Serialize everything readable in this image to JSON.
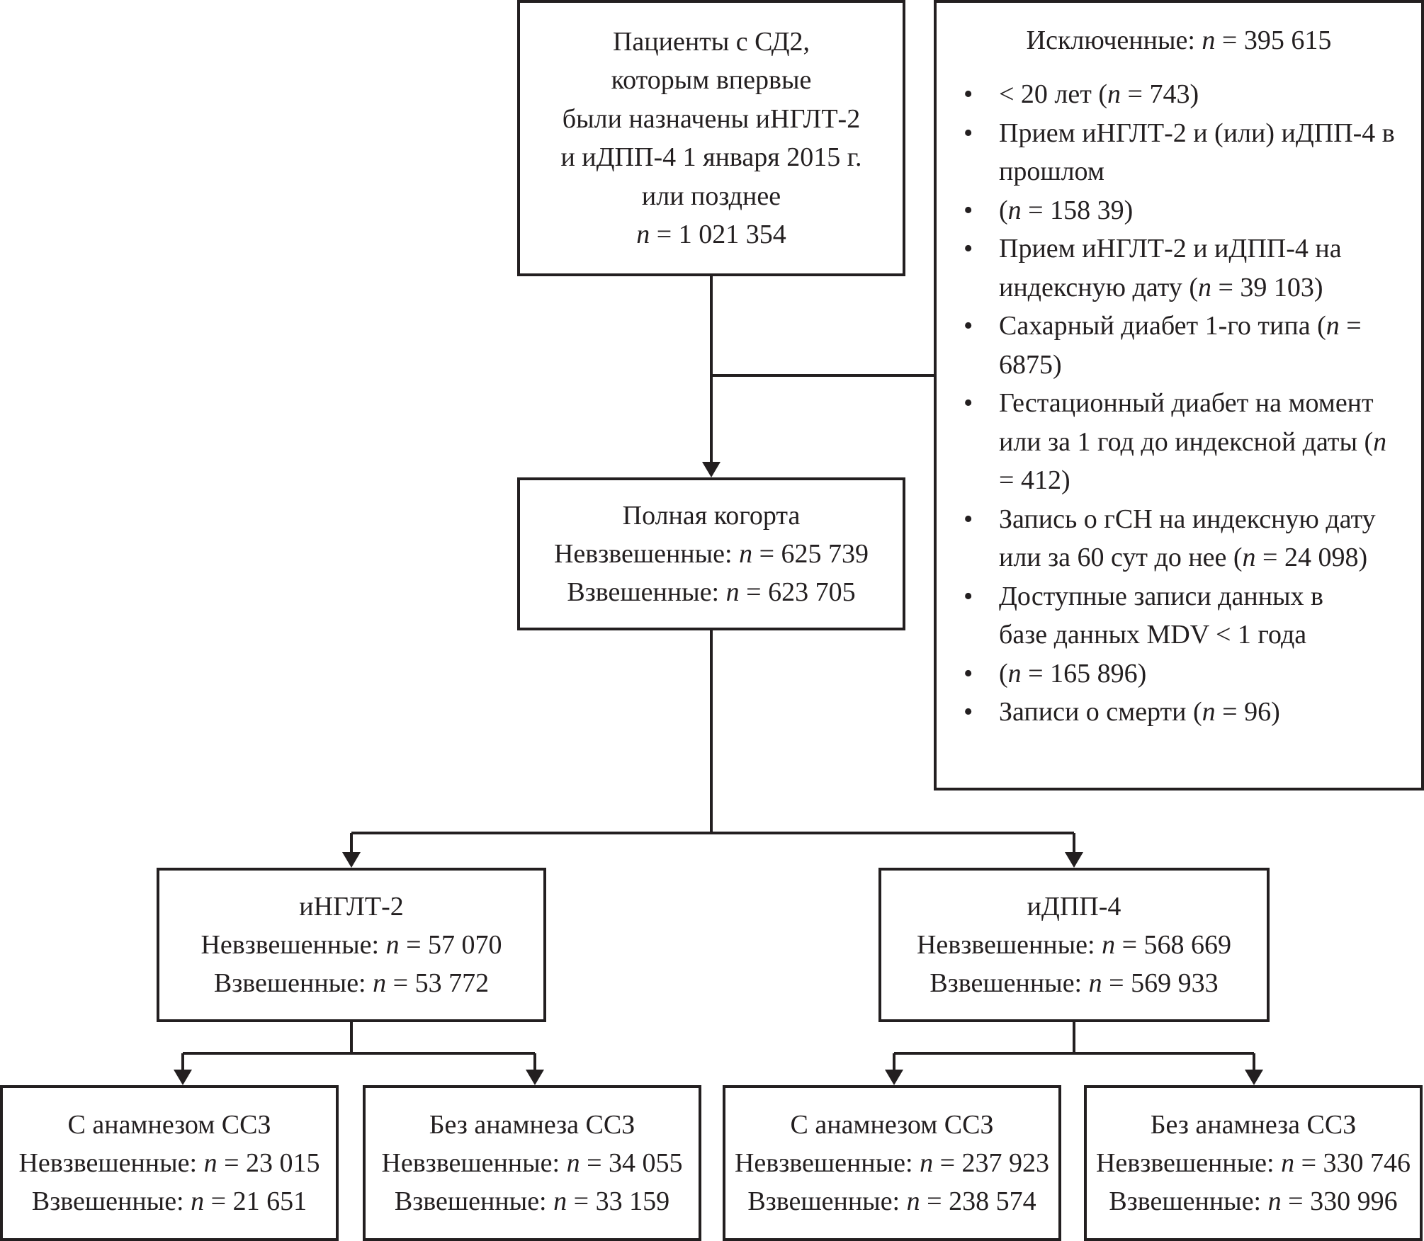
{
  "flowchart": {
    "start": {
      "title_lines": [
        "Пациенты с СД2,",
        "которым впервые",
        "были назначены иНГЛТ-2",
        "и иДПП-4 1 января 2015 г.",
        "или позднее"
      ],
      "n_value": "1 021 354"
    },
    "excluded": {
      "label": "Исключенные:",
      "n_value": "395 615",
      "items": [
        "< 20 лет (n = 743)",
        "Прием иНГЛТ-2 и (или) иДПП-4 в прошлом",
        "(n = 158 39)",
        "Прием иНГЛТ-2 и иДПП-4 на индексную дату (n = 39 103)",
        "Сахарный диабет 1-го типа (n = 6875)",
        "Гестационный диабет на момент или за 1 год до индексной даты (n = 412)",
        "Запись о гСН на индексную дату или за 60 сут до нее (n = 24 098)",
        "Доступные записи данных в базе данных MDV < 1 года",
        "(n = 165 896)",
        "Записи о смерти (n = 96)"
      ]
    },
    "full_cohort": {
      "title": "Полная когорта",
      "unweighted_label": "Невзвешенные:",
      "unweighted_n": "625 739",
      "weighted_label": "Взвешенные:",
      "weighted_n": "623 705"
    },
    "sglt2": {
      "title": "иНГЛТ-2",
      "unweighted_label": "Невзвешенные:",
      "unweighted_n": "57 070",
      "weighted_label": "Взвешенные:",
      "weighted_n": "53 772"
    },
    "dpp4": {
      "title": "иДПП-4",
      "unweighted_label": "Невзвешенные:",
      "unweighted_n": "568 669",
      "weighted_label": "Взвешенные:",
      "weighted_n": "569 933"
    },
    "sglt2_with_cvd": {
      "title": "С анамнезом ССЗ",
      "unweighted_label": "Невзвешенные:",
      "unweighted_n": "23 015",
      "weighted_label": "Взвешенные:",
      "weighted_n": "21 651"
    },
    "sglt2_without_cvd": {
      "title": "Без анамнеза ССЗ",
      "unweighted_label": "Невзвешенные:",
      "unweighted_n": "34 055",
      "weighted_label": "Взвешенные:",
      "weighted_n": "33 159"
    },
    "dpp4_with_cvd": {
      "title": "С анамнезом ССЗ",
      "unweighted_label": "Невзвешенные:",
      "unweighted_n": "237 923",
      "weighted_label": "Взвешенные:",
      "weighted_n": "238 574"
    },
    "dpp4_without_cvd": {
      "title": "Без анамнеза ССЗ",
      "unweighted_label": "Невзвешенные:",
      "unweighted_n": "330 746",
      "weighted_label": "Взвешенные:",
      "weighted_n": "330 996"
    },
    "n_symbol": "n",
    "eq": "="
  }
}
